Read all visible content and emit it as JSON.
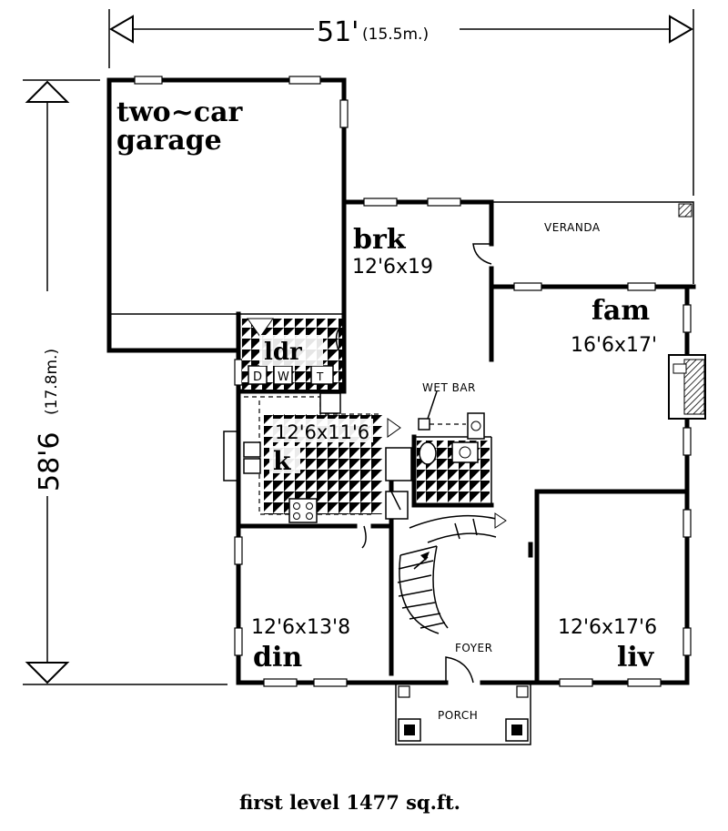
{
  "dimensions": {
    "width_label": "51'",
    "width_metric": "(15.5m.)",
    "depth_label": "58'6",
    "depth_metric": "(17.8m.)"
  },
  "rooms": {
    "garage": {
      "name_line1": "two~car",
      "name_line2": "garage"
    },
    "brk": {
      "name": "brk",
      "size": "12'6x19"
    },
    "veranda": {
      "name": "VERANDA"
    },
    "fam": {
      "name": "fam",
      "size": "16'6x17'"
    },
    "ldr": {
      "name": "ldr"
    },
    "kitchen": {
      "name": "k",
      "size": "12'6x11'6"
    },
    "wet_bar": {
      "name": "WET BAR"
    },
    "din": {
      "name": "din",
      "size": "12'6x13'8"
    },
    "liv": {
      "name": "liv",
      "size": "12'6x17'6"
    },
    "foyer": {
      "name": "FOYER"
    },
    "porch": {
      "name": "PORCH"
    }
  },
  "appliances": {
    "dryer": "D",
    "washer": "W",
    "tub": "T"
  },
  "caption": "first level 1477 sq.ft."
}
